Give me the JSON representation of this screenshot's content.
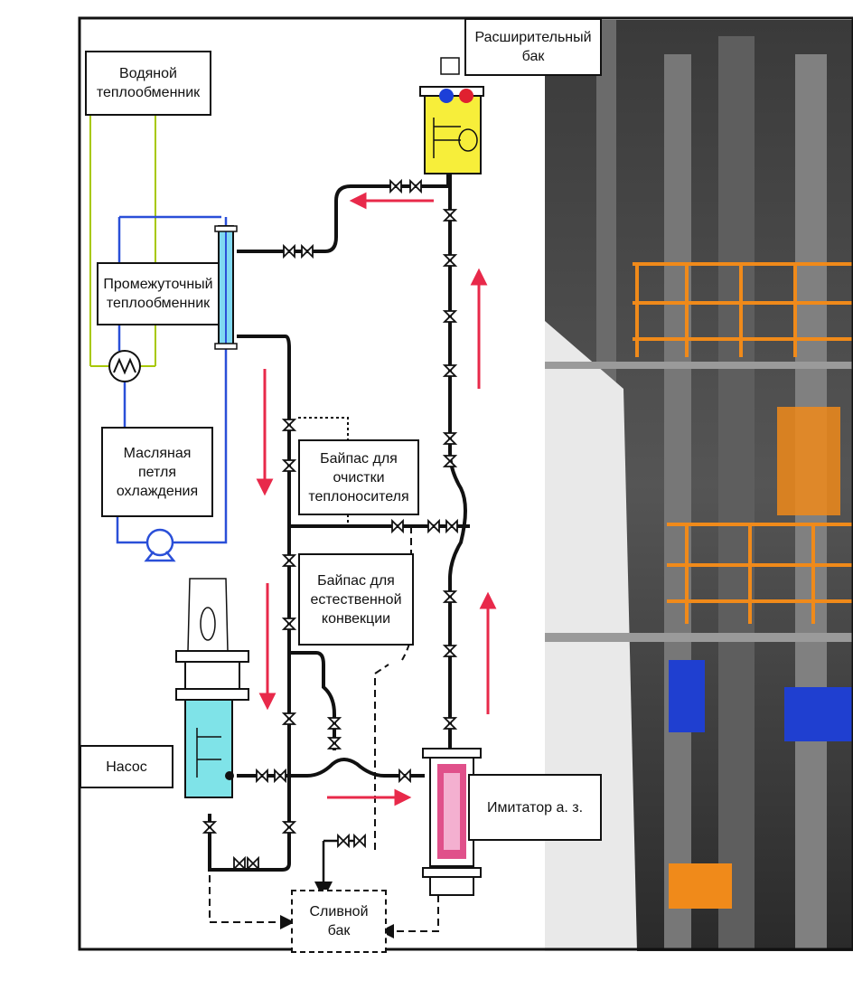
{
  "labels": {
    "water_hx": "Водяной\nтеплообменник",
    "expansion_tank": "Расширительный\nбак",
    "intermediate_hx": "Промежуточный\nтеплообменник",
    "oil_loop": "Масляная\nпетля\nохлаждения",
    "bypass_cleaning": "Байпас для\nочистки\nтеплоносителя",
    "bypass_natural": "Байпас для\nестественной\nконвекции",
    "pump": "Насос",
    "core_simulator": "Имитатор а. з.",
    "drain_tank": "Сливной\nбак"
  },
  "colors": {
    "pipe": "#111111",
    "flow_arrow": "#e8294a",
    "water_line": "#a8c800",
    "oil_line": "#2a4fd8",
    "tank_fill": "#f7ee3a",
    "pump_fill": "#7fe3e8",
    "heater_fill": "#e0508a"
  },
  "icons": [
    "valve-icon",
    "heat-exchanger-icon",
    "pump-icon",
    "flow-arrow-icon"
  ]
}
